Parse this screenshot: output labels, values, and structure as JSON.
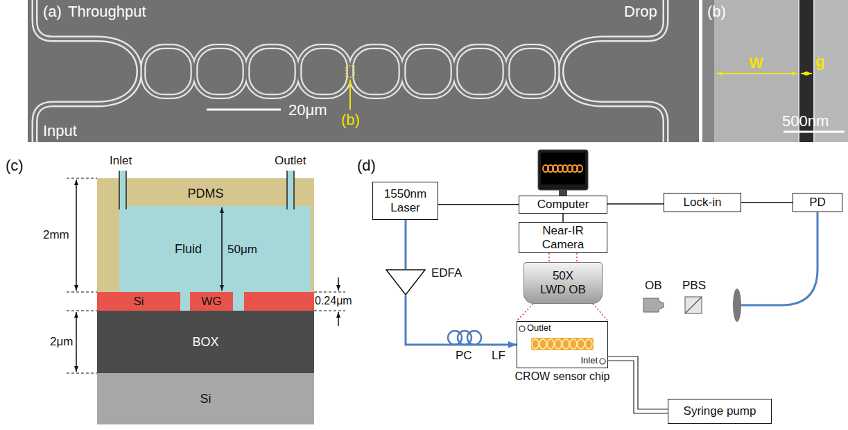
{
  "diagram": {
    "nodes": [
      {
        "text": [
          "PDMS"
        ]
      },
      {
        "text": [
          "Fluid"
        ],
        "in": 0
      },
      {
        "text": [
          "Si"
        ]
      },
      {
        "text": [
          "WG"
        ]
      },
      {
        "text": [
          "BOX"
        ]
      },
      {
        "text": [
          "Si"
        ]
      },
      {
        "text": [
          "1550nm Laser"
        ]
      },
      {
        "text": [
          "Computer"
        ]
      },
      {
        "text": [
          "Lock-in"
        ]
      },
      {
        "text": [
          "PD"
        ]
      },
      {
        "text": [
          "Near-IR Camera"
        ]
      },
      {
        "text": [
          "50X LWD OB"
        ]
      },
      {
        "text": [
          "EDFA"
        ]
      },
      {
        "text": [
          "Outlet",
          "Inlet",
          "CROW sensor chip"
        ]
      },
      {
        "text": [
          "Syringe pump"
        ]
      }
    ],
    "edges": [
      {
        "from": 6,
        "to": 7,
        "arrow": "none"
      },
      {
        "from": 7,
        "to": 8,
        "arrow": "none"
      },
      {
        "from": 8,
        "to": 9,
        "arrow": "none"
      },
      {
        "from": 7,
        "to": 10,
        "arrow": "none"
      },
      {
        "from": 10,
        "to": 11,
        "arrow": "none"
      },
      {
        "from": 11,
        "to": 13,
        "arrow": "none"
      },
      {
        "from": 6,
        "to": 12,
        "arrow": "none"
      },
      {
        "from": 12,
        "to": 13,
        "label": "LF",
        "arrow": "to"
      },
      {
        "from": 13,
        "to": 14,
        "arrow": "none"
      }
    ],
    "labels": [
      "(a)",
      "Throughput",
      "Drop",
      "20μm",
      "(b)",
      "Input",
      "(b)",
      "W",
      "g",
      "500nm",
      "(c)",
      "Inlet",
      "Outlet",
      "2mm",
      "50μm",
      "0.24μm",
      "2μm",
      "(d)",
      "OB",
      "PBS",
      "PC"
    ]
  }
}
